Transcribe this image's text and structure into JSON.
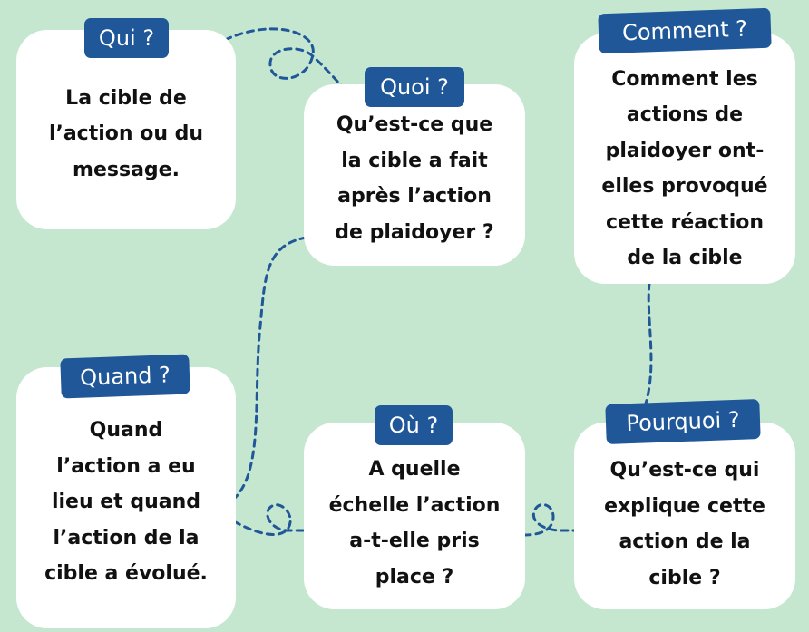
{
  "colors": {
    "background": "#c5e6cf",
    "card": "#ffffff",
    "tag": "#1f5799",
    "tag_text": "#ffffff",
    "connector": "#1f5799"
  },
  "cards": {
    "qui": {
      "tag": "Qui ?",
      "text": "La cible de\nl’action ou du\nmessage."
    },
    "quoi": {
      "tag": "Quoi ?",
      "text": "Qu’est-ce que\nla cible a fait\naprès l’action\nde plaidoyer ?"
    },
    "comment": {
      "tag": "Comment ?",
      "text": "Comment les\nactions de\nplaidoyer ont-\nelles provoqué\ncette réaction\nde la cible"
    },
    "quand": {
      "tag": "Quand ?",
      "text": "Quand\nl’action a eu\nlieu et quand\nl’action de la\ncible a évolué."
    },
    "ou": {
      "tag": "Où ?",
      "text": "A quelle\néchelle l’action\na-t-elle pris\nplace ?"
    },
    "pourquoi": {
      "tag": "Pourquoi ?",
      "text": "Qu’est-ce qui\nexplique cette\naction de la\ncible ?"
    }
  }
}
